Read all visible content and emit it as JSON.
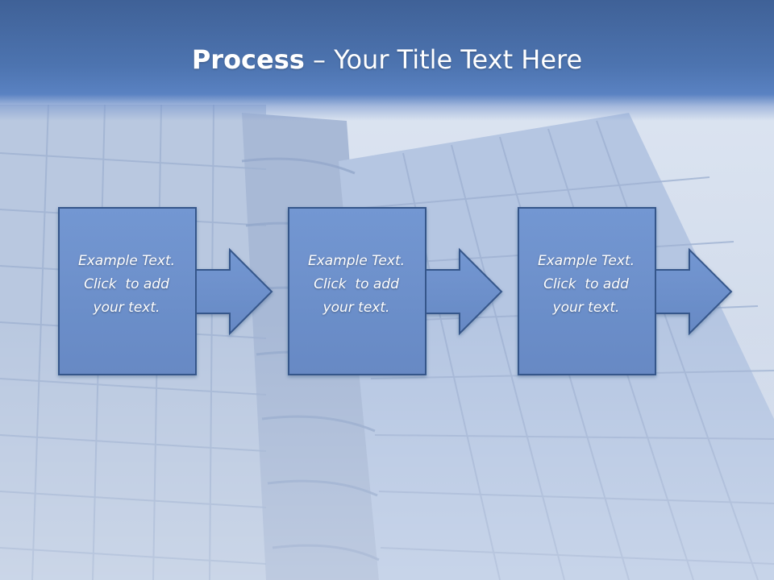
{
  "slide": {
    "title_bold": "Process",
    "title_rest": " – Your Title Text Here"
  },
  "steps": [
    {
      "line1": "Example Text.",
      "line2": "Click  to add",
      "line3": "your text."
    },
    {
      "line1": "Example Text.",
      "line2": "Click  to add",
      "line3": "your text."
    },
    {
      "line1": "Example Text.",
      "line2": "Click  to add",
      "line3": "your text."
    }
  ],
  "colors": {
    "title_band": "#4d74b0",
    "box_fill": "#6e92cd",
    "box_stroke": "#35568a",
    "text": "#ffffff"
  },
  "icons": [
    "right-arrow-icon",
    "right-arrow-icon",
    "right-arrow-icon"
  ]
}
